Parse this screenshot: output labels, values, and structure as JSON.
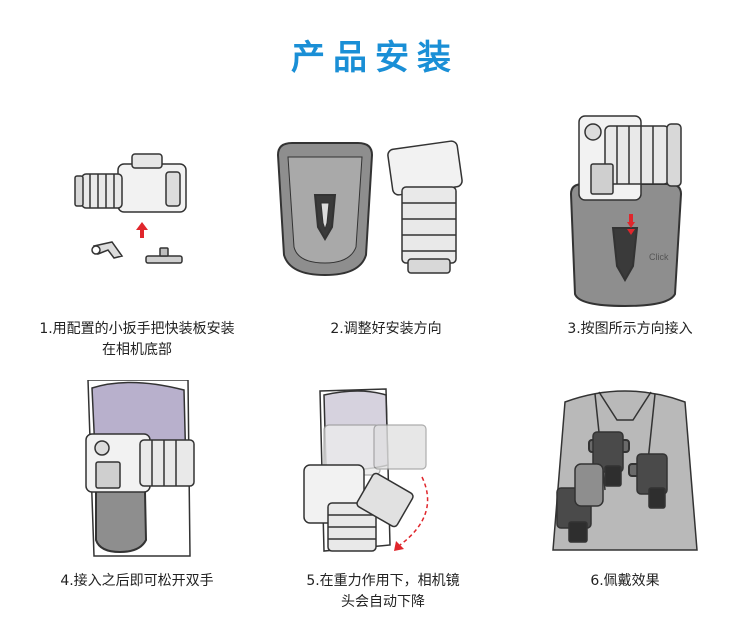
{
  "title": "产品安装",
  "steps": [
    {
      "lines": [
        "1.用配置的小扳手把快装板安装",
        "在相机底部"
      ]
    },
    {
      "lines": [
        "2.调整好安装方向"
      ]
    },
    {
      "lines": [
        "3.按图所示方向接入"
      ],
      "annotation": "Click"
    },
    {
      "lines": [
        "4.接入之后即可松开双手"
      ]
    },
    {
      "lines": [
        "5.在重力作用下，相机镜",
        "头会自动下降"
      ]
    },
    {
      "lines": [
        "6.佩戴效果"
      ]
    }
  ],
  "colors": {
    "title": "#1a8fd6",
    "arrow": "#e0262c",
    "outline": "#333333",
    "pad": "#8e8e8e",
    "shirt": "#b8b0cc"
  }
}
